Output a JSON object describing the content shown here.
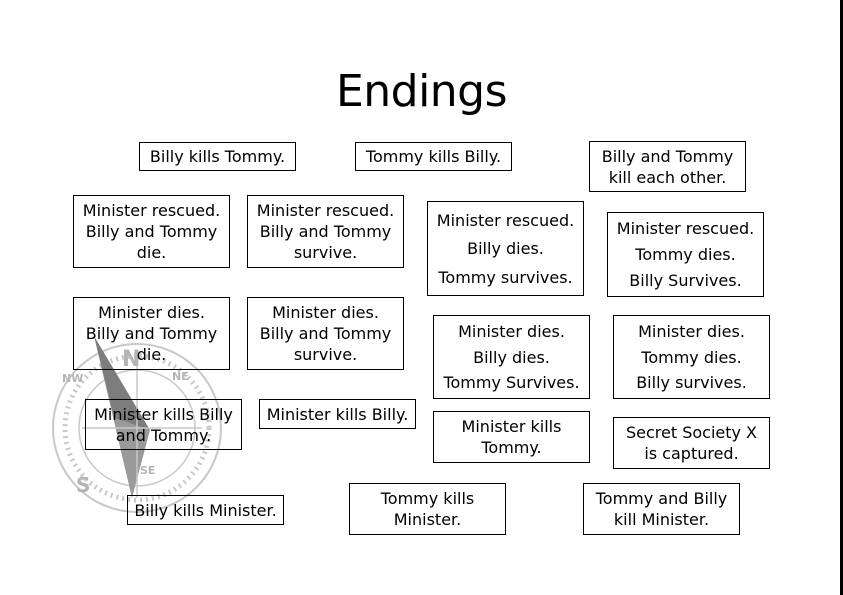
{
  "title": "Endings",
  "compass": {
    "north": "N",
    "south": "S",
    "ne": "NE",
    "nw": "NW",
    "se": "SE"
  },
  "endings": [
    {
      "id": "billy-kills-tommy",
      "lines": [
        "Billy kills Tommy."
      ]
    },
    {
      "id": "tommy-kills-billy",
      "lines": [
        "Tommy kills Billy."
      ]
    },
    {
      "id": "kill-each-other",
      "lines": [
        "Billy and Tommy",
        "kill each other."
      ]
    },
    {
      "id": "rescued-both-die",
      "lines": [
        "Minister rescued.",
        "Billy and Tommy",
        "die."
      ]
    },
    {
      "id": "rescued-both-survive",
      "lines": [
        "Minister rescued.",
        "Billy and Tommy",
        "survive."
      ]
    },
    {
      "id": "rescued-billy-dies",
      "lines": [
        "Minister rescued.",
        "Billy dies.",
        "Tommy survives."
      ]
    },
    {
      "id": "rescued-tommy-dies",
      "lines": [
        "Minister rescued.",
        "Tommy dies.",
        "Billy Survives."
      ]
    },
    {
      "id": "dies-both-die",
      "lines": [
        "Minister dies.",
        "Billy and Tommy",
        "die."
      ]
    },
    {
      "id": "dies-both-survive",
      "lines": [
        "Minister dies.",
        "Billy and Tommy",
        "survive."
      ]
    },
    {
      "id": "dies-billy-dies",
      "lines": [
        "Minister dies.",
        "Billy dies.",
        "Tommy Survives."
      ]
    },
    {
      "id": "dies-tommy-dies",
      "lines": [
        "Minister dies.",
        "Tommy dies.",
        "Billy survives."
      ]
    },
    {
      "id": "minister-kills-both",
      "lines": [
        "Minister kills Billy",
        "and Tommy."
      ]
    },
    {
      "id": "minister-kills-billy",
      "lines": [
        "Minister kills Billy."
      ]
    },
    {
      "id": "minister-kills-tommy",
      "lines": [
        "Minister kills",
        "Tommy."
      ]
    },
    {
      "id": "society-captured",
      "lines": [
        "Secret Society X",
        "is captured."
      ]
    },
    {
      "id": "billy-kills-minister",
      "lines": [
        "Billy kills Minister."
      ]
    },
    {
      "id": "tommy-kills-minister",
      "lines": [
        "Tommy kills",
        "Minister."
      ]
    },
    {
      "id": "both-kill-minister",
      "lines": [
        "Tommy and Billy",
        "kill Minister."
      ]
    }
  ]
}
